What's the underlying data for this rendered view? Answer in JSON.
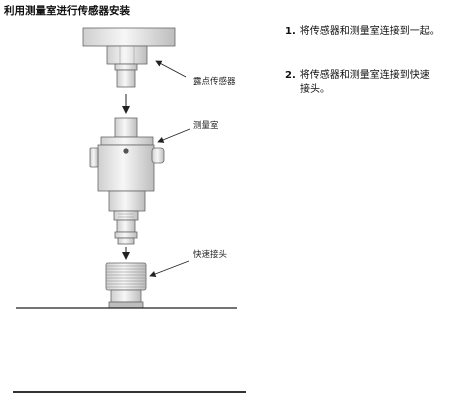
{
  "title": "利用测量室进行传感器安装",
  "callouts": {
    "dewpoint_sensor": "露点传感器",
    "measurement_chamber": "测量室",
    "quick_connector": "快速接头"
  },
  "steps": [
    {
      "number": "1.",
      "text": "将传感器和测量室连接到一起。",
      "continuation": ""
    },
    {
      "number": "2.",
      "text": "将传感器和测量室连接到快速",
      "continuation": "接头。"
    }
  ],
  "colors": {
    "metal_light": "#f2f2f2",
    "metal_mid": "#d9d9d9",
    "outline": "#666666",
    "line": "#222222"
  }
}
